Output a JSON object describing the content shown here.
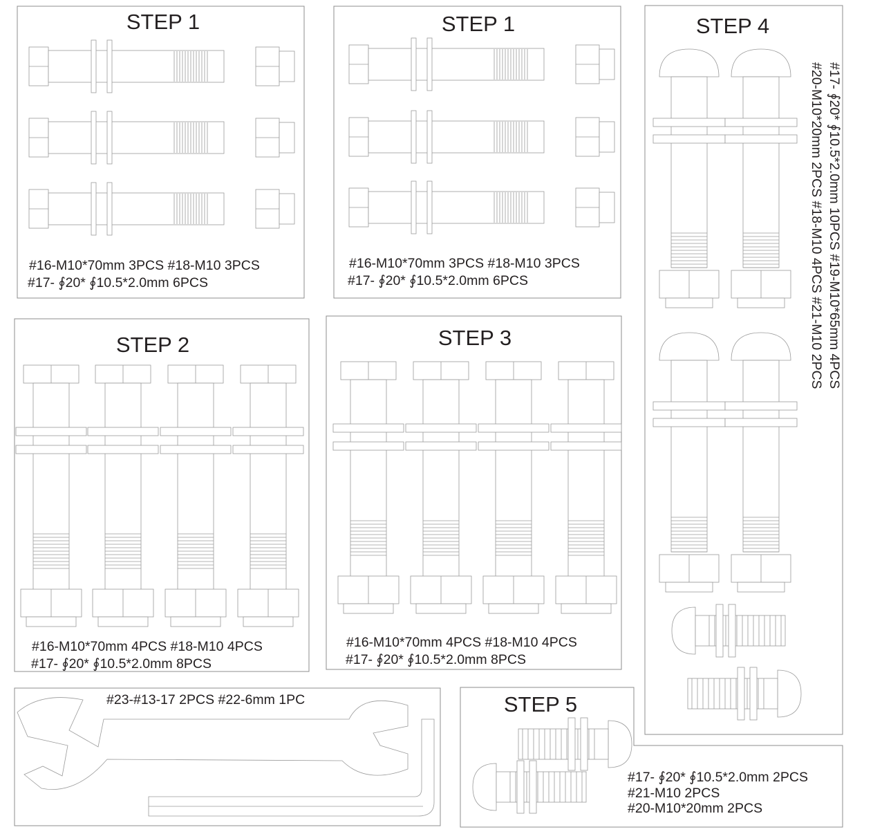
{
  "panels": {
    "step1a": {
      "title": "STEP 1",
      "line1": "#16-M10*70mm 3PCS #18-M10  3PCS",
      "line2": "#17- ∮20* ∮10.5*2.0mm  6PCS"
    },
    "step1b": {
      "title": "STEP 1",
      "line1": "#16-M10*70mm 3PCS #18-M10  3PCS",
      "line2": "#17- ∮20* ∮10.5*2.0mm  6PCS"
    },
    "step2": {
      "title": "STEP 2",
      "line1": "#16-M10*70mm 4PCS #18-M10  4PCS",
      "line2": "#17- ∮20* ∮10.5*2.0mm  8PCS"
    },
    "step3": {
      "title": "STEP 3",
      "line1": "#16-M10*70mm 4PCS #18-M10  4PCS",
      "line2": "#17- ∮20* ∮10.5*2.0mm  8PCS"
    },
    "step4": {
      "title": "STEP 4",
      "line1": "#17- ∮20* ∮10.5*2.0mm 10PCS #19-M10*65mm 4PCS",
      "line2": "#20-M10*20mm 2PCS  #18-M10 4PCS #21-M10 2PCS"
    },
    "step5": {
      "title": "STEP 5",
      "line1": "#17- ∮20* ∮10.5*2.0mm 2PCS",
      "line2": "#21-M10 2PCS",
      "line3": "#20-M10*20mm 2PCS"
    },
    "tools": {
      "label": "#23-#13-17 2PCS #22-6mm 1PC"
    }
  }
}
